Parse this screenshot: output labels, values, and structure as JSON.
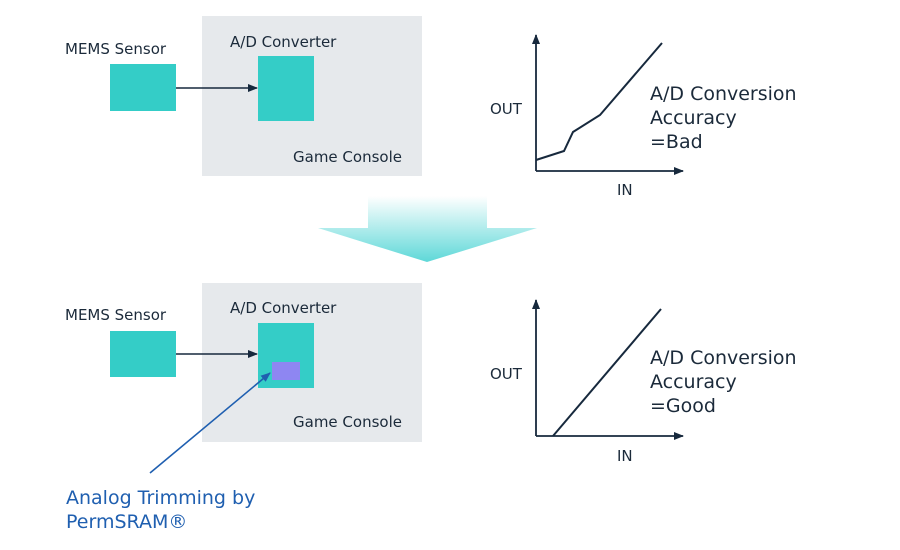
{
  "colors": {
    "console_bg": "#e6e9ec",
    "teal": "#34cdc7",
    "trim_chip": "#8e86f2",
    "arrow_gradient_top": "#ffffff",
    "arrow_gradient_bottom": "#5ed8d8",
    "line": "#17293d",
    "callout_blue": "#1f5fb0"
  },
  "top": {
    "sensor_label": "MEMS Sensor",
    "converter_label": "A/D Converter",
    "console_label": "Game Console",
    "graph": {
      "y_label": "OUT",
      "x_label": "IN",
      "accuracy_line1": "A/D Conversion",
      "accuracy_line2": "Accuracy",
      "accuracy_line3": "=Bad"
    }
  },
  "bottom": {
    "sensor_label": "MEMS Sensor",
    "converter_label": "A/D Converter",
    "console_label": "Game Console",
    "callout_line1": "Analog Trimming by",
    "callout_line2": "PermSRAM®",
    "graph": {
      "y_label": "OUT",
      "x_label": "IN",
      "accuracy_line1": "A/D Conversion",
      "accuracy_line2": "Accuracy",
      "accuracy_line3": "=Good"
    }
  }
}
